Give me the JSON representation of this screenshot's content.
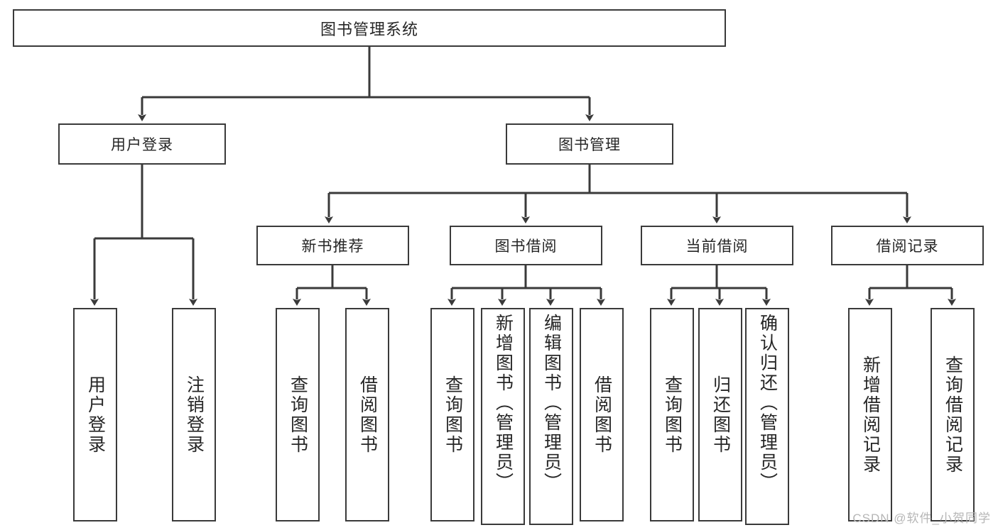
{
  "diagram": {
    "type": "tree-hierarchy",
    "title": "图书管理系统",
    "watermark": "CSDN @软件_小贺同学",
    "colors": {
      "stroke": "#3a3a3a",
      "fill": "#ffffff",
      "text": "#262626",
      "watermark": "#b6b6b6"
    },
    "levels": {
      "root": {
        "label": "图书管理系统"
      },
      "level2": [
        {
          "label": "用户登录"
        },
        {
          "label": "图书管理"
        }
      ],
      "level3": [
        {
          "label": "新书推荐"
        },
        {
          "label": "图书借阅"
        },
        {
          "label": "当前借阅"
        },
        {
          "label": "借阅记录"
        }
      ],
      "leaves": {
        "user_login": [
          {
            "label": "用户登录"
          },
          {
            "label": "注销登录"
          }
        ],
        "new_book_recommend": [
          {
            "label": "查询图书"
          },
          {
            "label": "借阅图书"
          }
        ],
        "book_borrow": [
          {
            "label": "查询图书"
          },
          {
            "label": "新增图书（管理员）"
          },
          {
            "label": "编辑图书（管理员）"
          },
          {
            "label": "借阅图书"
          }
        ],
        "current_borrow": [
          {
            "label": "查询图书"
          },
          {
            "label": "归还图书"
          },
          {
            "label": "确认归还（管理员）"
          }
        ],
        "borrow_record": [
          {
            "label": "新增借阅记录"
          },
          {
            "label": "查询借阅记录"
          }
        ]
      }
    }
  }
}
